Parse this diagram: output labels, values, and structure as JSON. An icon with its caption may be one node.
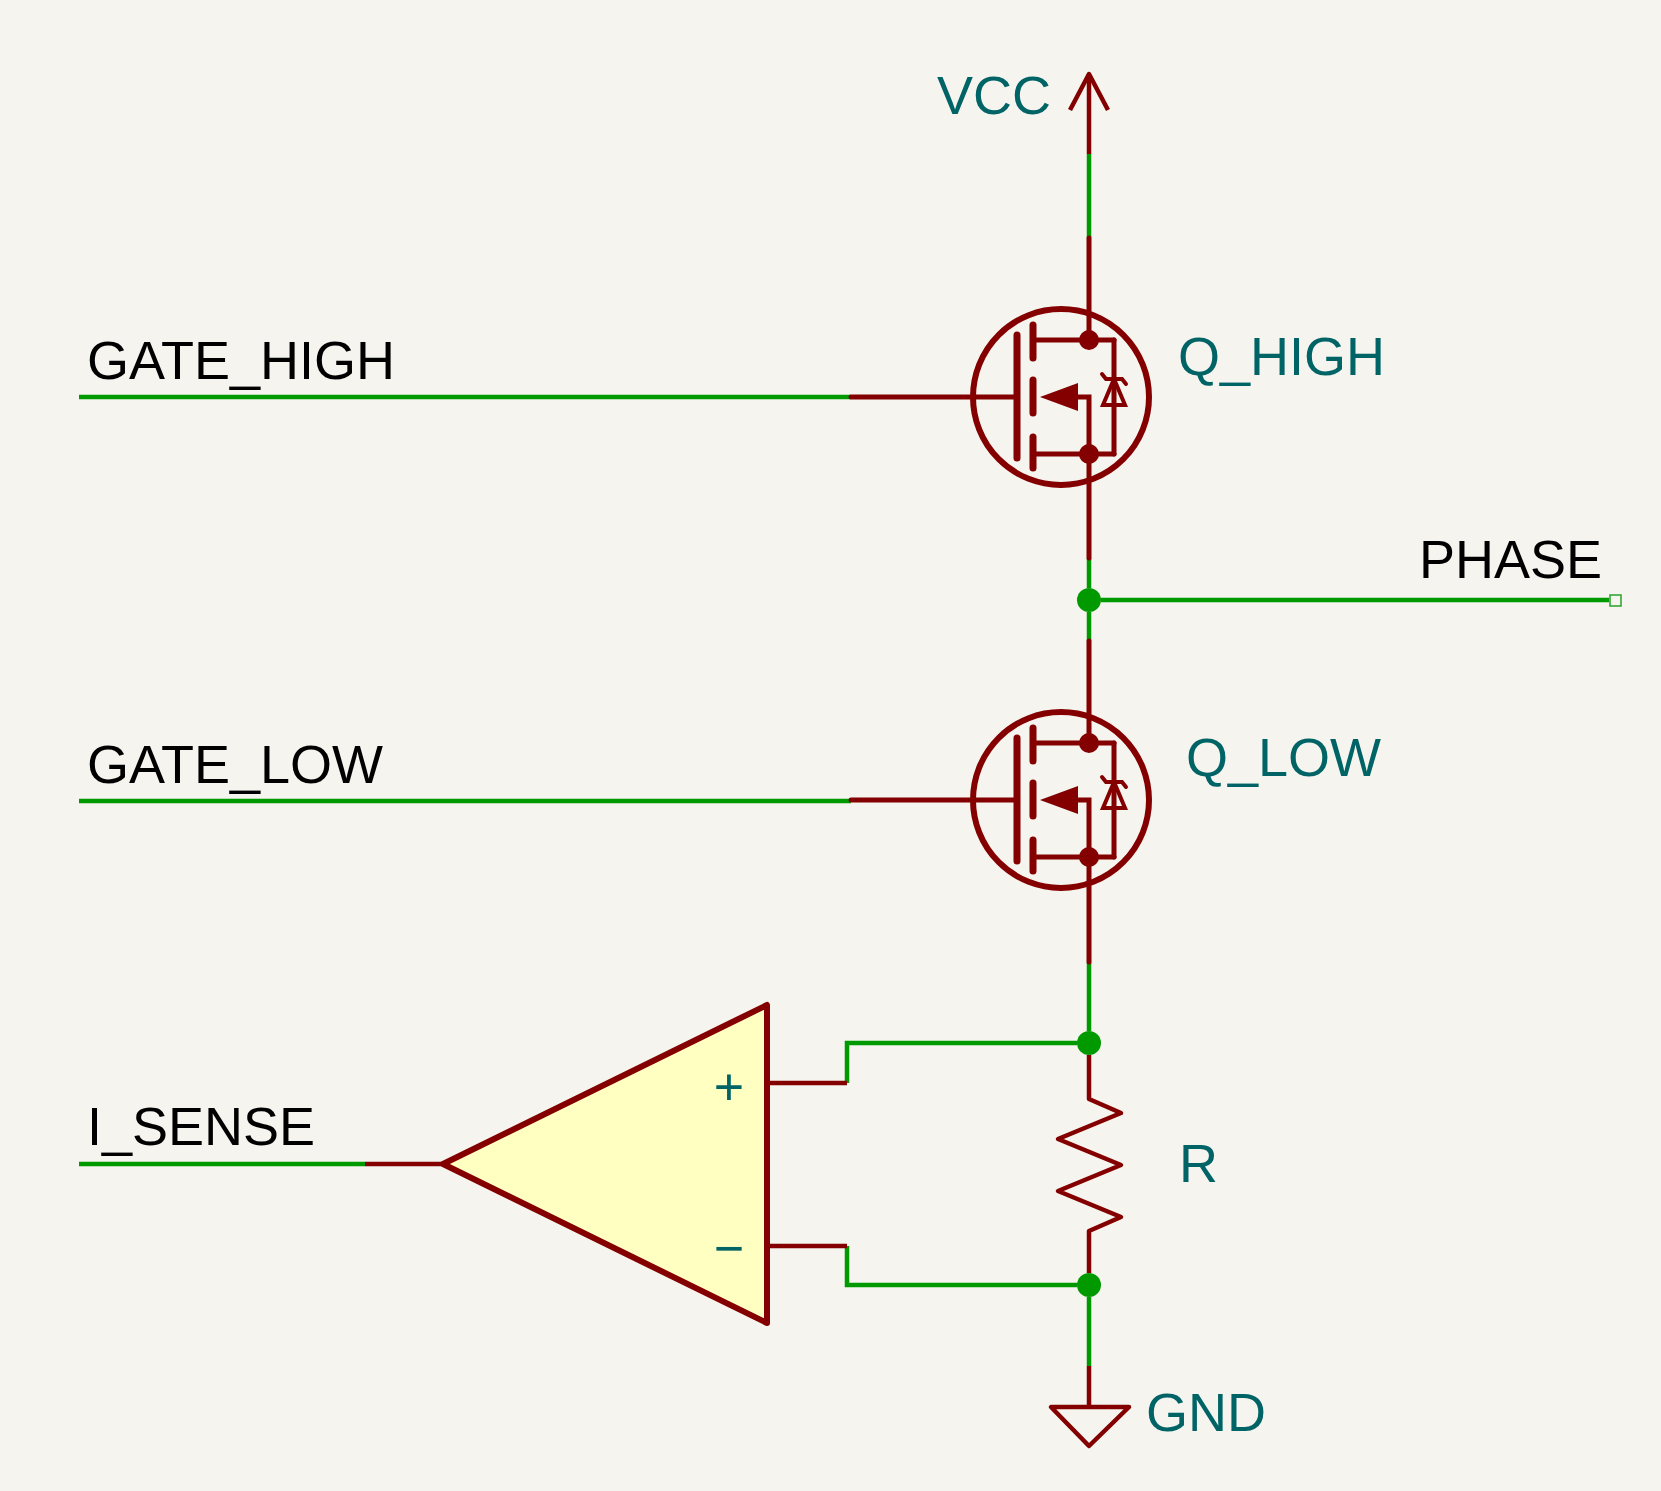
{
  "diagram": {
    "nodes": [
      {
        "text": [
          "VCC"
        ]
      },
      {
        "text": [
          "GATE_HIGH"
        ]
      },
      {
        "text": [
          "Q_HIGH"
        ]
      },
      {
        "text": [
          "PHASE"
        ]
      },
      {
        "text": [],
        "shape": "circle"
      },
      {
        "text": [
          "GATE_LOW"
        ]
      },
      {
        "text": [
          "Q_LOW"
        ]
      },
      {
        "text": [],
        "shape": "circle"
      },
      {
        "text": [
          "I_SENSE"
        ]
      },
      {
        "text": [
          "+",
          "−"
        ]
      },
      {
        "text": [
          "R"
        ]
      },
      {
        "text": [],
        "shape": "circle"
      },
      {
        "text": [
          "GND"
        ]
      }
    ],
    "edges": [
      {
        "from": 0,
        "to": 2,
        "arrow": "none"
      },
      {
        "from": 1,
        "to": 2,
        "arrow": "none"
      },
      {
        "from": 2,
        "to": 4,
        "arrow": "none"
      },
      {
        "from": 4,
        "to": 3,
        "arrow": "none"
      },
      {
        "from": 4,
        "to": 6,
        "arrow": "none"
      },
      {
        "from": 5,
        "to": 6,
        "arrow": "none"
      },
      {
        "from": 6,
        "to": 7,
        "arrow": "none"
      },
      {
        "from": 7,
        "to": 9,
        "arrow": "none"
      },
      {
        "from": 7,
        "to": 10,
        "arrow": "none",
        "color": "#840000"
      },
      {
        "from": 8,
        "to": 9,
        "arrow": "none"
      },
      {
        "from": 10,
        "to": 11,
        "arrow": "none",
        "color": "#840000"
      },
      {
        "from": 11,
        "to": 9,
        "arrow": "none"
      },
      {
        "from": 11,
        "to": 12,
        "arrow": "none"
      }
    ]
  }
}
